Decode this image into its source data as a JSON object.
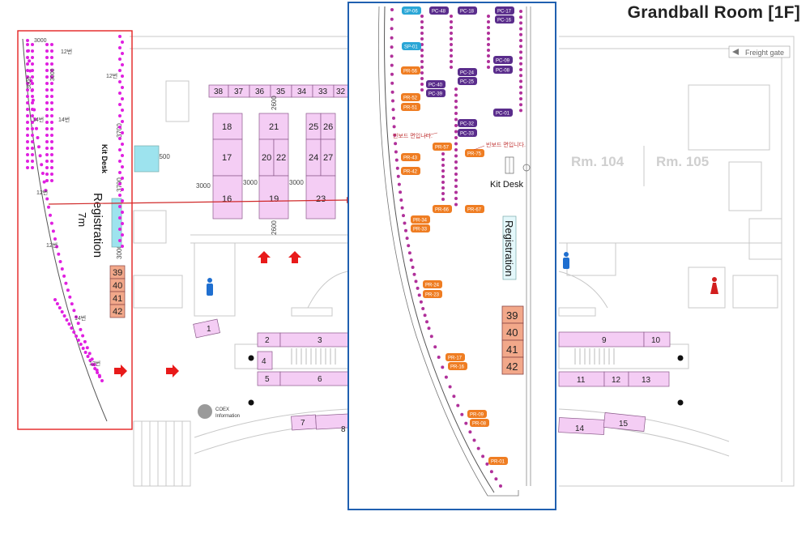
{
  "title": "Grandball Room [1F]",
  "freight_gate": "Freight gate",
  "rooms": {
    "rm104": "Rm. 104",
    "rm105": "Rm. 105"
  },
  "kit_desk": "Kit Desk",
  "registration": "Registration",
  "registration_7m": "7m",
  "coex_info": [
    "COEX",
    "Information"
  ],
  "dims": {
    "d3000": "3000",
    "d3700": "3700",
    "d1500": "1500",
    "d2600": "2600",
    "d12": "12번",
    "d14": "14번"
  },
  "korean_note": "빈보드 면입니다.",
  "booths_top": [
    "38",
    "37",
    "36",
    "35",
    "34",
    "33",
    "32"
  ],
  "booths_center": [
    "18",
    "17",
    "16",
    "21",
    "20",
    "22",
    "19",
    "25",
    "26",
    "24",
    "27",
    "23"
  ],
  "booths_lower": [
    "1",
    "2",
    "3",
    "4",
    "5",
    "6",
    "7",
    "8",
    "9",
    "10",
    "11",
    "12",
    "13",
    "14",
    "15"
  ],
  "booths_reg": [
    "39",
    "40",
    "41",
    "42"
  ],
  "posters_sp": [
    "SP-06",
    "SP-01"
  ],
  "posters_pc": [
    "PC-48",
    "PC-18",
    "PC-17",
    "PC-16",
    "PC-09",
    "PC-08",
    "PC-24",
    "PC-25",
    "PC-40",
    "PC-39",
    "PC-01",
    "PC-32",
    "PC-33"
  ],
  "posters_pr": [
    "PR-56",
    "PR-52",
    "PR-51",
    "PR-57",
    "PR-75",
    "PR-43",
    "PR-42",
    "PR-66",
    "PR-67",
    "PR-34",
    "PR-33",
    "PR-24",
    "PR-23",
    "PR-17",
    "PR-16",
    "PR-09",
    "PR-08",
    "PR-01"
  ],
  "colors": {
    "booth_fill": "#f4cdf4",
    "booth_stroke": "#8a5a8a",
    "orange_booth": "#f2a88a",
    "sp": "#2aa6d6",
    "pc": "#5a2d8c",
    "pr": "#ef7d22",
    "dot": "#e020e0",
    "dot_inset": "#b0309a",
    "red_box": "#e32222",
    "blue_box": "#2060b0",
    "arrow": "#e81a1a"
  }
}
